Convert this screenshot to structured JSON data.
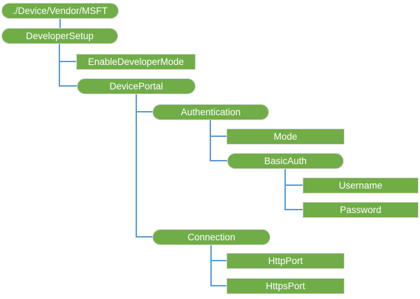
{
  "diagram": {
    "type": "tree",
    "nodes": [
      {
        "label": "./Device/Vendor/MSFT",
        "shape": "pill",
        "parent": null
      },
      {
        "label": "DeveloperSetup",
        "shape": "pill",
        "parent": "./Device/Vendor/MSFT"
      },
      {
        "label": "EnableDeveloperMode",
        "shape": "rect",
        "parent": "DeveloperSetup"
      },
      {
        "label": "DevicePortal",
        "shape": "pill",
        "parent": "DeveloperSetup"
      },
      {
        "label": "Authentication",
        "shape": "pill",
        "parent": "DevicePortal"
      },
      {
        "label": "Mode",
        "shape": "rect",
        "parent": "Authentication"
      },
      {
        "label": "BasicAuth",
        "shape": "pill",
        "parent": "Authentication"
      },
      {
        "label": "Username",
        "shape": "rect",
        "parent": "BasicAuth"
      },
      {
        "label": "Password",
        "shape": "rect",
        "parent": "BasicAuth"
      },
      {
        "label": "Connection",
        "shape": "pill",
        "parent": "DevicePortal"
      },
      {
        "label": "HttpPort",
        "shape": "rect",
        "parent": "Connection"
      },
      {
        "label": "HttpsPort",
        "shape": "rect",
        "parent": "Connection"
      }
    ],
    "colors": {
      "node_fill": "#70AD47",
      "node_border": "#D9D9D9",
      "node_text": "#FFFFFF",
      "connector": "#5B9BD5",
      "background": "#FFFFFF"
    }
  }
}
